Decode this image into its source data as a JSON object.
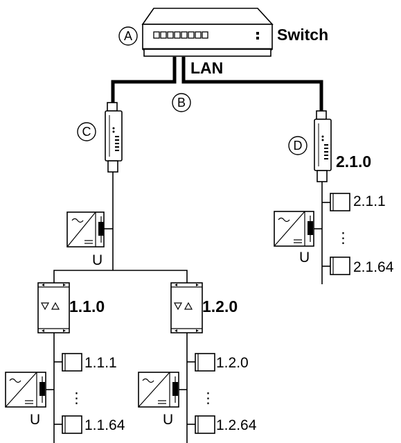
{
  "labels": {
    "switch": "Switch",
    "lan": "LAN",
    "u": "U",
    "dots": "⋮",
    "callouts": {
      "a": "A",
      "b": "B",
      "c": "C",
      "d": "D"
    }
  },
  "nodes": {
    "gateway_2": "2.1.0",
    "repeater_1": "1.1.0",
    "repeater_2": "1.2.0",
    "dev_2_first": "2.1.1",
    "dev_2_last": "2.1.64",
    "dev_11_first": "1.1.1",
    "dev_11_last": "1.1.64",
    "dev_12_first": "1.2.0",
    "dev_12_last": "1.2.64"
  },
  "icons": {
    "switch": "network-switch-icon",
    "gateway": "dali-gateway-icon",
    "power_supply": "power-supply-icon",
    "repeater": "repeater-icon",
    "device": "device-icon"
  }
}
